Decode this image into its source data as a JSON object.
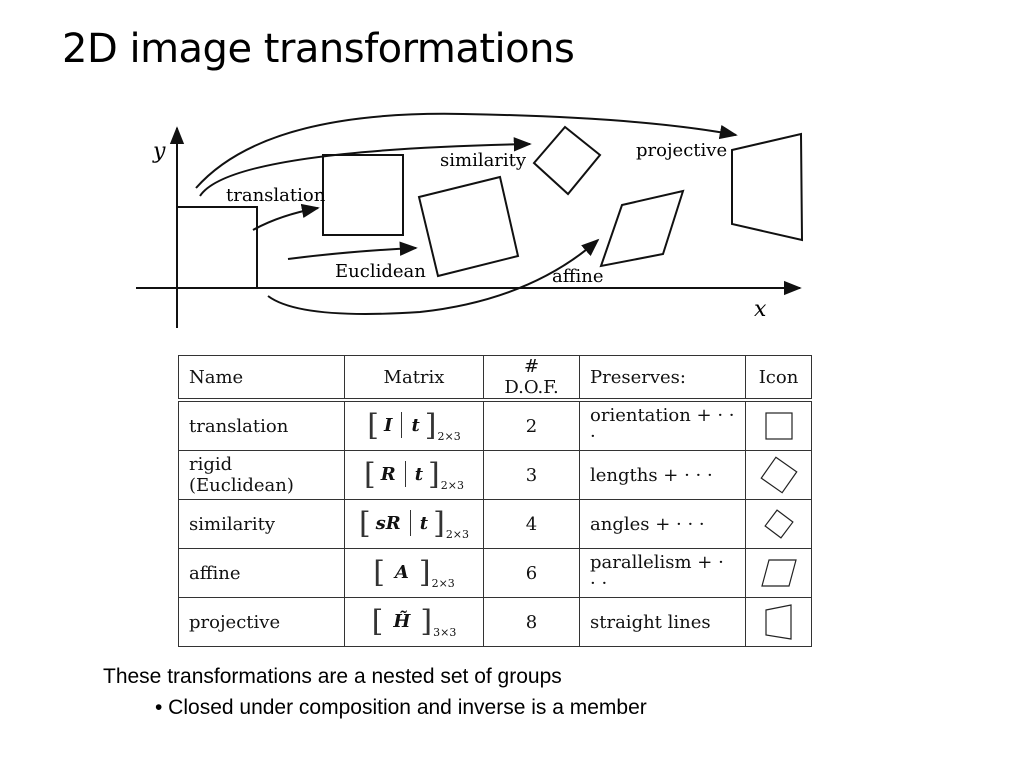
{
  "title": "2D image transformations",
  "diagram": {
    "axis_x": "x",
    "axis_y": "y",
    "labels": {
      "translation": "translation",
      "euclidean": "Euclidean",
      "similarity": "similarity",
      "affine": "affine",
      "projective": "projective"
    }
  },
  "table": {
    "headers": [
      "Name",
      "Matrix",
      "# D.O.F.",
      "Preserves:",
      "Icon"
    ],
    "rows": [
      {
        "name": "translation",
        "matrix_a": "I",
        "matrix_b": "t",
        "size": "2×3",
        "dof": "2",
        "preserves": "orientation + · · ·",
        "icon": "square-icon"
      },
      {
        "name": "rigid (Euclidean)",
        "matrix_a": "R",
        "matrix_b": "t",
        "size": "2×3",
        "dof": "3",
        "preserves": "lengths + · · ·",
        "icon": "rotated-square-icon"
      },
      {
        "name": "similarity",
        "matrix_a": "sR",
        "matrix_b": "t",
        "size": "2×3",
        "dof": "4",
        "preserves": "angles + · · ·",
        "icon": "small-rotated-square-icon"
      },
      {
        "name": "affine",
        "matrix_a": "A",
        "size": "2×3",
        "dof": "6",
        "preserves": "parallelism + · · ·",
        "icon": "parallelogram-icon"
      },
      {
        "name": "projective",
        "matrix_a": "H̃",
        "size": "3×3",
        "dof": "8",
        "preserves": "straight lines",
        "icon": "trapezoid-icon"
      }
    ]
  },
  "notes": {
    "line1": "These transformations are a nested set of groups",
    "line2": "• Closed under composition and inverse is a member"
  }
}
